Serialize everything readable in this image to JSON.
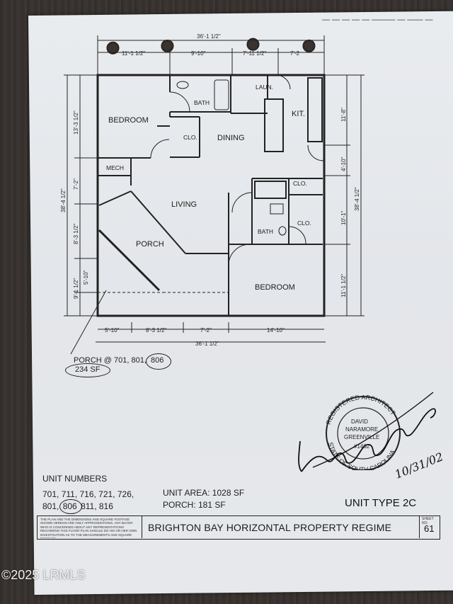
{
  "top_note": "— — — — — ——— — —— —",
  "rooms": {
    "bedroom_1": "BEDROOM",
    "bath_1": "BATH",
    "laundry": "LAUN.",
    "kitchen": "KIT.",
    "closet_1": "CLO.",
    "dining": "DINING",
    "mech": "MECH",
    "living": "LIVING",
    "porch": "PORCH",
    "closet_2": "CLO.",
    "bath_2": "BATH",
    "closet_3": "CLO.",
    "bedroom_2": "BEDROOM"
  },
  "dimensions": {
    "top_overall": "36'-1 1/2\"",
    "top_seg_1": "11'-1 1/2\"",
    "top_seg_2": "9'-10\"",
    "top_seg_3": "7'-11 1/2\"",
    "top_seg_4": "7'-2",
    "bottom_seg_1": "5'-10\"",
    "bottom_seg_2": "8'-3 1/2\"",
    "bottom_seg_3": "7'-2\"",
    "bottom_seg_4": "14'-10\"",
    "bottom_overall": "36'-1 1/2\"",
    "left_overall": "38'-4 1/2\"",
    "left_seg_1": "13'-3 1/2\"",
    "left_seg_2": "7'-2\"",
    "left_seg_3": "8'-3 1/2\"",
    "left_seg_4": "5'-10\"",
    "left_seg_5": "9'-1 1/2\"",
    "right_overall": "38'-4 1/2\"",
    "right_seg_1": "11'-8\"",
    "right_seg_2": "4'-10\"",
    "right_seg_3": "10'-1\"",
    "right_seg_4": "11'-1 1/2\""
  },
  "porch_note": {
    "line1": "PORCH @ 701, 801,",
    "circled": "806",
    "area": "234 SF"
  },
  "unit_numbers": {
    "heading": "UNIT NUMBERS",
    "line1": "701, 711, 716, 721, 726,",
    "line2_a": "801,",
    "line2_circled": "806",
    "line2_b": "811, 816"
  },
  "areas": {
    "unit_area": "UNIT AREA: 1028 SF",
    "porch": "PORCH:  181 SF"
  },
  "unit_type": "UNIT TYPE 2C",
  "seal": {
    "top_text": "REGISTERED ARCHITECT",
    "bottom_text": "STATE OF SOUTH CAROLINA",
    "inner_1": "DAVID",
    "inner_2": "NARAMORE",
    "inner_3": "GREENVILLE",
    "number": "#1462"
  },
  "signature_date": "10/31/02",
  "title_block": {
    "disclaimer": "THE PLAN AND THE DIMENSIONS AND SQUARE FOOTAGE SHOWN HEREON ARE ONLY APPROXIMATIONS. ANY BUYER WHO IS CONCERNED ABOUT ANY REPRESENTATIONS REGARDING THIS FLOOR PLAN SHOULD DO HIS OR HER OWN INVESTIGATION AS TO THE MEASUREMENTS AND SQUARE FOOTAGE.",
    "title": "BRIGHTON BAY HORIZONTAL PROPERTY REGIME",
    "sheet_label": "SHEET NO.",
    "sheet_number": "61"
  },
  "copyright": "©2025 LRMLS"
}
